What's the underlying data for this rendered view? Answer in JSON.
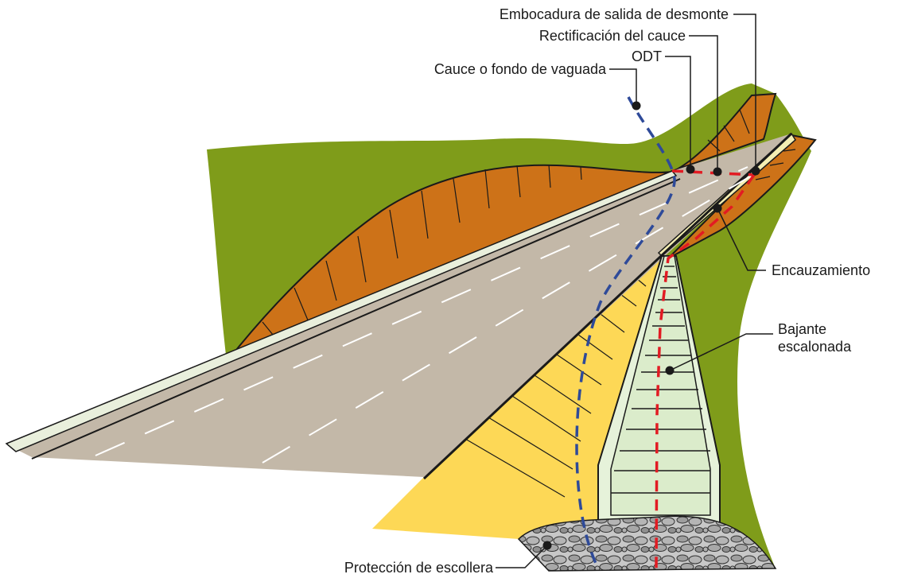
{
  "labels": {
    "embocadura": "Embocadura de salida de desmonte",
    "rectificacion": "Rectificación del cauce",
    "odt": "ODT",
    "cauce": "Cauce o fondo de vaguada",
    "encauzamiento": "Encauzamiento",
    "bajante_line1": "Bajante",
    "bajante_line2": "escalonada",
    "proteccion": "Protección de escollera"
  },
  "colors": {
    "terrain_green": "#7f9c1a",
    "cut_slope_orange": "#cd7218",
    "road_surface": "#c3b8a8",
    "fill_slope_yellow": "#fdd856",
    "channel_light_green": "#e6f2da",
    "riprap_gray": "#bfbfbf",
    "streambed_blue_dashed": "#2e4a99",
    "drainage_red_dashed": "#e21b23",
    "outline": "#1a1a1a"
  }
}
